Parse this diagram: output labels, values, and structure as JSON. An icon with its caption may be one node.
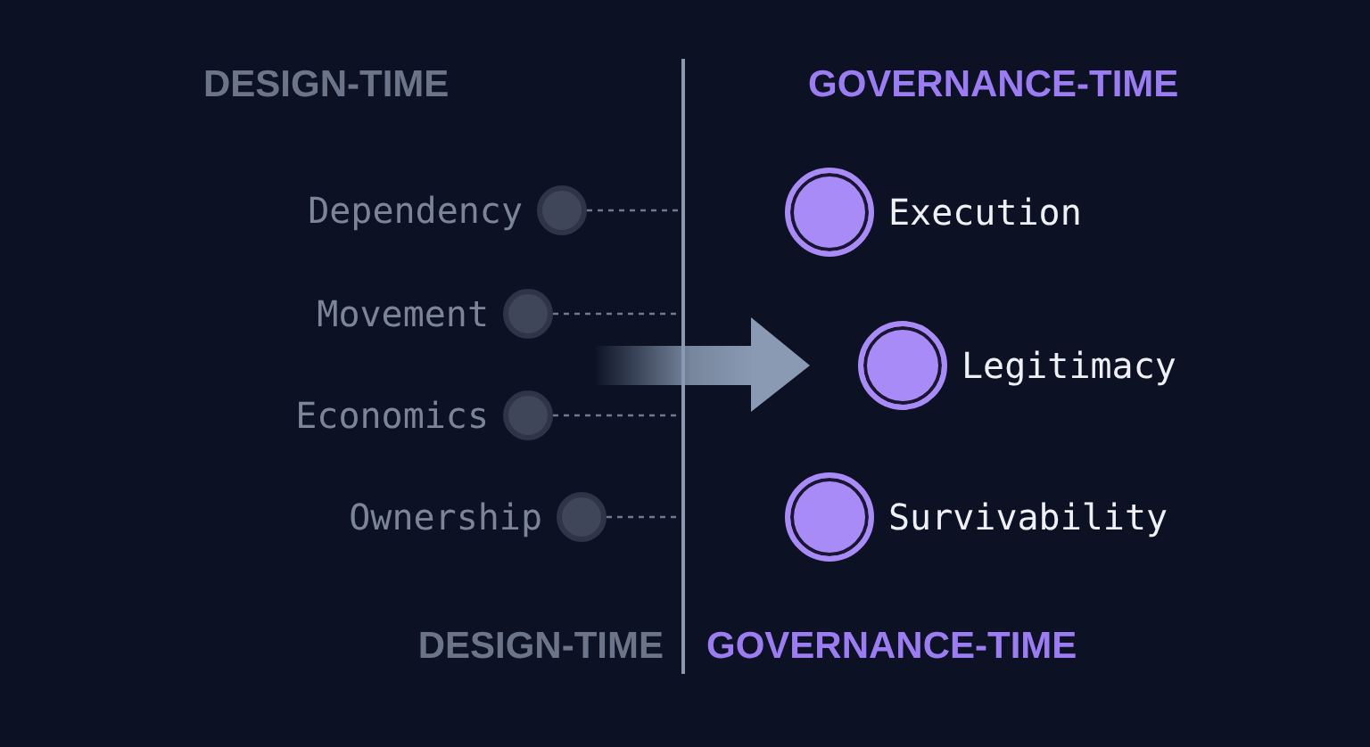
{
  "diagram": {
    "nodes": [
      {
        "text": [
          "Dependency"
        ]
      },
      {
        "text": [
          "Movement"
        ]
      },
      {
        "text": [
          "Economics"
        ]
      },
      {
        "text": [
          "Ownership"
        ]
      },
      {
        "text": [
          "Execution"
        ]
      },
      {
        "text": [
          "Legitimacy"
        ]
      },
      {
        "text": [
          "Survivability"
        ]
      }
    ],
    "edges": [
      {
        "from": 0,
        "to": null,
        "arrow": "none",
        "style": "dashed"
      },
      {
        "from": 1,
        "to": null,
        "arrow": "none",
        "style": "dashed"
      },
      {
        "from": 2,
        "to": null,
        "arrow": "none",
        "style": "dashed"
      },
      {
        "from": 3,
        "to": null,
        "arrow": "none",
        "style": "dashed"
      }
    ],
    "labels": [
      "DESIGN-TIME",
      "GOVERNANCE-TIME",
      "DESIGN-TIME",
      "GOVERNANCE-TIME"
    ]
  }
}
